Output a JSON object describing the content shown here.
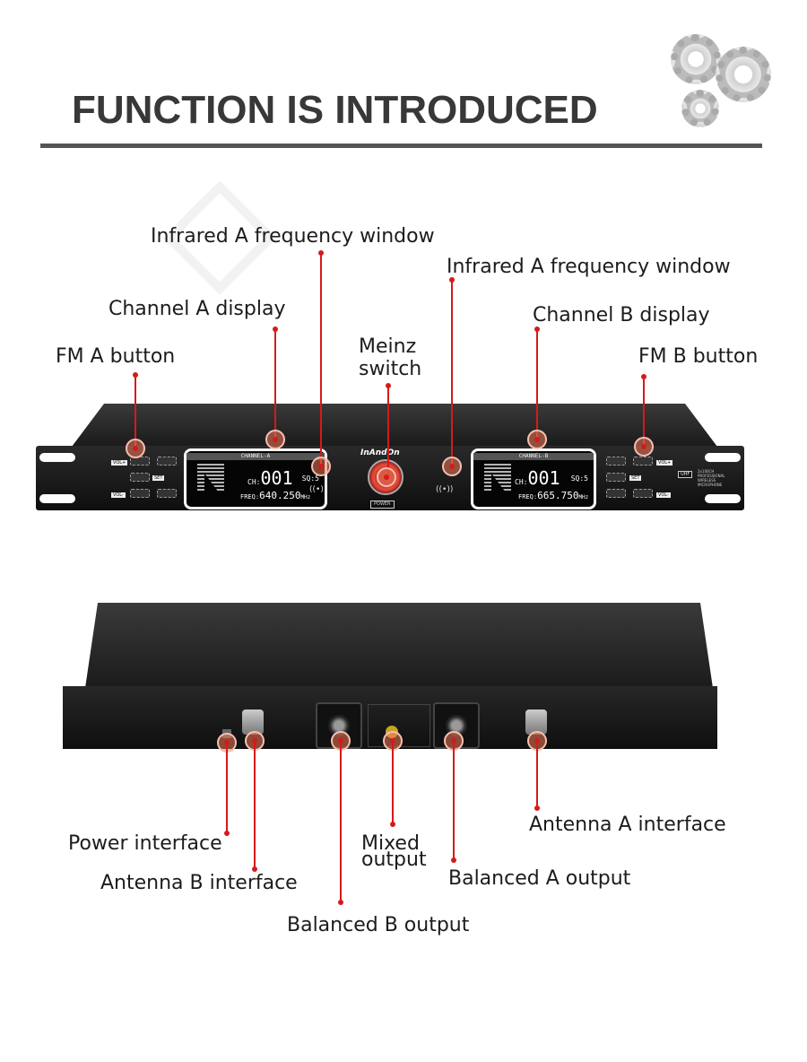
{
  "header": {
    "title": "FUNCTION IS INTRODUCED",
    "icon": "gears-icon"
  },
  "front_labels": {
    "infrared_a_1": "Infrared A frequency window",
    "channel_a": "Channel A display",
    "fm_a": "FM A button",
    "meinz": "Meinz switch",
    "infrared_a_2": "Infrared A frequency window",
    "channel_b": "Channel B display",
    "fm_b": "FM B button"
  },
  "rear_labels": {
    "power": "Power interface",
    "antenna_b": "Antenna B interface",
    "balanced_b": "Balanced B output",
    "mixed": "Mixed output",
    "balanced_a": "Balanced A output",
    "antenna_a": "Antenna A interface"
  },
  "device": {
    "brand": "InAndOn",
    "channel_a": {
      "head": "CHANNEL-A",
      "ch_label": "CH:",
      "ch": "001",
      "sq": "SQ:5",
      "freq_label": "FREQ:",
      "freq": "640.250",
      "unit": "MHz"
    },
    "channel_b": {
      "head": "CHANNEL-B",
      "ch_label": "CH:",
      "ch": "001",
      "sq": "SQ:5",
      "freq_label": "FREQ:",
      "freq": "665.750",
      "unit": "MHz"
    },
    "buttons": {
      "vol_up": "VOL+",
      "vol_down": "VOL-",
      "set": "SET"
    },
    "power_label": "POWER",
    "uhf": "UHF",
    "model_text": "2x100CH PROFESSIONAL WIRELESS MICROPHONE"
  },
  "colors": {
    "accent": "#d61a1a",
    "title": "#383838"
  }
}
